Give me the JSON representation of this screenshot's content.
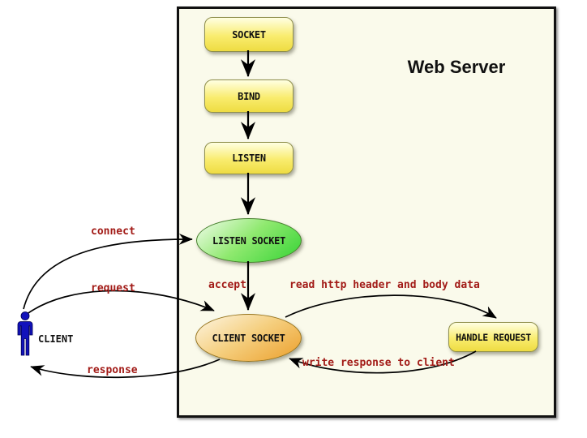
{
  "diagram": {
    "title": "Web Server",
    "nodes": {
      "socket": {
        "label": "SOCKET",
        "shape": "rounded-rect",
        "fill": "#F4E75C"
      },
      "bind": {
        "label": "BIND",
        "shape": "rounded-rect",
        "fill": "#F4E75C"
      },
      "listen": {
        "label": "LISTEN",
        "shape": "rounded-rect",
        "fill": "#F4E75C"
      },
      "listen_socket": {
        "label": "LISTEN SOCKET",
        "shape": "ellipse",
        "fill": "#35D335"
      },
      "client_socket": {
        "label": "CLIENT SOCKET",
        "shape": "ellipse",
        "fill": "#EC9F2B"
      },
      "handle_request": {
        "label": "HANDLE REQUEST",
        "shape": "rounded-rect",
        "fill": "#F4E75C"
      }
    },
    "actor": {
      "label": "CLIENT",
      "icon": "person-icon",
      "color": "#1212BB"
    },
    "edges": {
      "socket_bind": {
        "from": "SOCKET",
        "to": "BIND",
        "label": ""
      },
      "bind_listen": {
        "from": "BIND",
        "to": "LISTEN",
        "label": ""
      },
      "listen_listensocket": {
        "from": "LISTEN",
        "to": "LISTEN SOCKET",
        "label": ""
      },
      "accept": {
        "from": "LISTEN SOCKET",
        "to": "CLIENT SOCKET",
        "label": "accept"
      },
      "connect": {
        "from": "CLIENT",
        "to": "LISTEN SOCKET",
        "label": "connect"
      },
      "request": {
        "from": "CLIENT",
        "to": "CLIENT SOCKET",
        "label": "request"
      },
      "response": {
        "from": "CLIENT SOCKET",
        "to": "CLIENT",
        "label": "response"
      },
      "read": {
        "from": "CLIENT SOCKET",
        "to": "HANDLE REQUEST",
        "label": "read http header and body data"
      },
      "write": {
        "from": "HANDLE REQUEST",
        "to": "CLIENT SOCKET",
        "label": "write response to client"
      }
    },
    "colors": {
      "edge_label_text": "#A21B17",
      "arrow": "#000000",
      "container_bg": "#FAFAEB",
      "container_border": "#111111",
      "actor_blue": "#1212BB"
    }
  }
}
